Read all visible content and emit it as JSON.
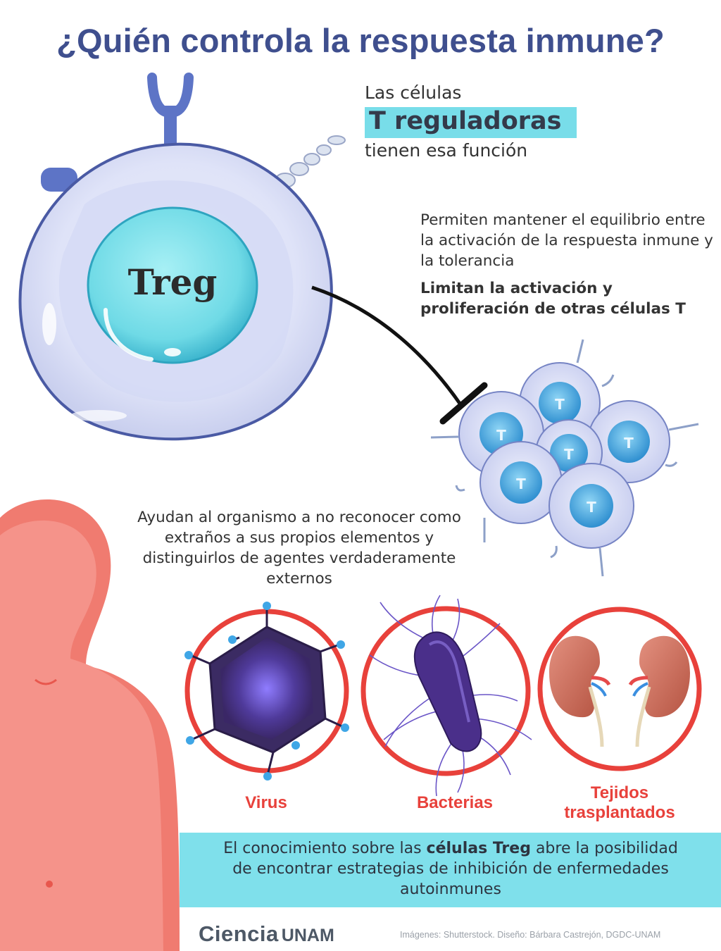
{
  "title": "¿Quién controla la respuesta inmune?",
  "intro": {
    "line1": "Las células",
    "highlight": "T reguladoras",
    "line3": "tienen esa función"
  },
  "treg_label": "Treg",
  "t_cell_label": "T",
  "paragraph1": "Permiten mantener el equilibrio entre la activación de la respuesta inmune y la tolerancia",
  "paragraph2": "Limitan la activación y proliferación de otras células T",
  "paragraph3": "Ayudan al organismo a no reconocer como extraños a sus propios elementos y distinguirlos de agentes verdaderamente externos",
  "items": [
    {
      "label": "Virus"
    },
    {
      "label": "Bacterias"
    },
    {
      "label": "Tejidos trasplantados"
    }
  ],
  "banner": {
    "pre": "El conocimiento sobre las ",
    "bold": "células Treg",
    "post": " abre la posibilidad de encontrar estrategias de inhibición de enfermedades autoinmunes"
  },
  "logo": {
    "ciencia": "Ciencia",
    "unam": "UNAM"
  },
  "credit": "Imágenes: Shutterstock. Diseño: Bárbara Castrejón, DGDC-UNAM",
  "colors": {
    "title": "#3f4f8e",
    "highlight": "#78dde9",
    "accent_red": "#e8413b",
    "banner": "#7fe0eb",
    "body_silhouette": "#f07b70"
  }
}
